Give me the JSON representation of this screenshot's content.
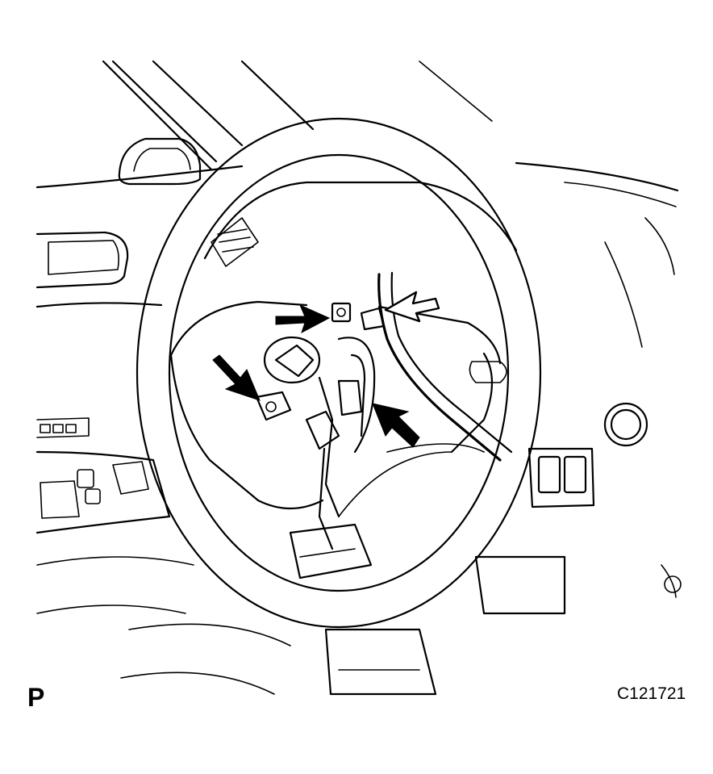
{
  "view_code": "P",
  "figure_code": "C121721",
  "callouts": [
    {
      "name": "arrow-upper-left-bolt",
      "style": "solid"
    },
    {
      "name": "arrow-left-screw",
      "style": "solid"
    },
    {
      "name": "arrow-lower-right-screw",
      "style": "solid"
    },
    {
      "name": "arrow-upper-right-connector",
      "style": "outline"
    }
  ],
  "colors": {
    "ink": "#000000",
    "paper": "#ffffff"
  }
}
